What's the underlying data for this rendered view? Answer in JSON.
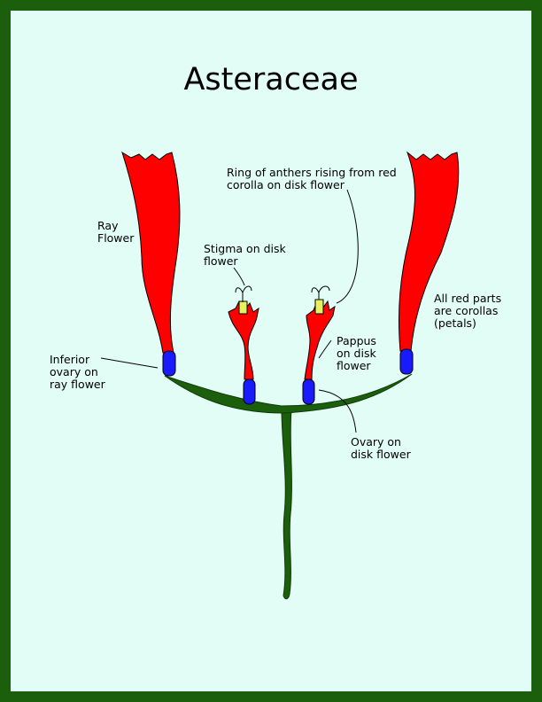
{
  "title": "Asteraceae",
  "colors": {
    "border": "#1b5e0b",
    "background": "#e2fcf6",
    "stem": "#1b5e0b",
    "corolla": "#ff0000",
    "ovary": "#1a1aff",
    "anthers": "#e6f25a"
  },
  "labels": {
    "ray_flower": [
      "Ray",
      "Flower"
    ],
    "stigma": [
      "Stigma on disk",
      "flower"
    ],
    "anthers": [
      "Ring of anthers rising from red",
      "corolla on disk flower"
    ],
    "pappus": [
      "Pappus",
      "on disk",
      "flower"
    ],
    "corollas": [
      "All red parts",
      "are corollas",
      "(petals)"
    ],
    "inferior_ovary": [
      "Inferior",
      "ovary on",
      "ray flower"
    ],
    "disk_ovary": [
      "Ovary on",
      "disk flower"
    ]
  }
}
